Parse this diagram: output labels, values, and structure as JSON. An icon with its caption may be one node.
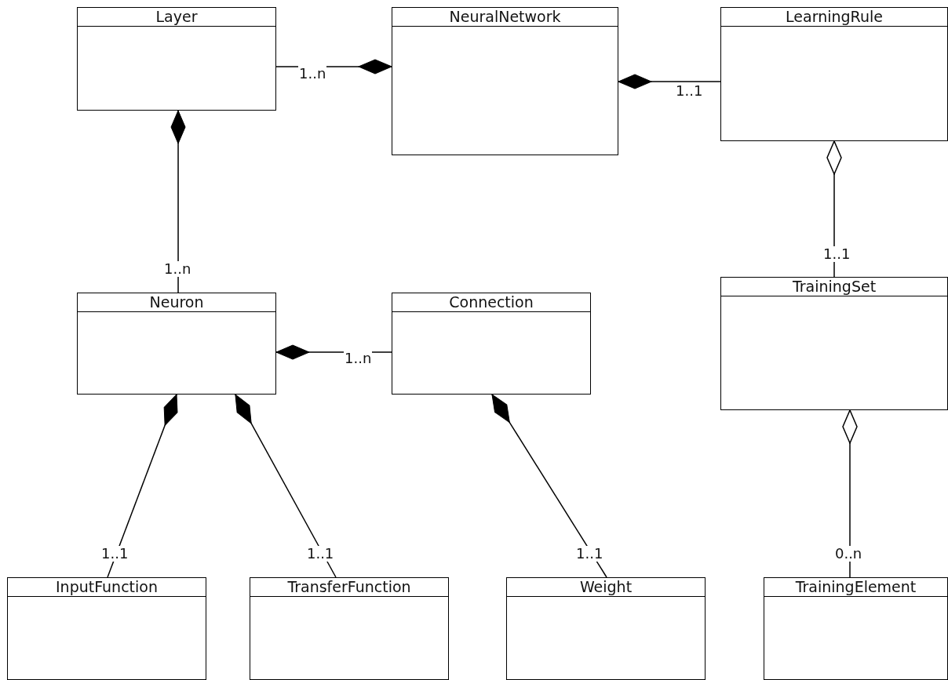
{
  "diagram": {
    "nodes": [
      {
        "text": [
          "Layer"
        ]
      },
      {
        "text": [
          "NeuralNetwork"
        ]
      },
      {
        "text": [
          "LearningRule"
        ]
      },
      {
        "text": [
          "Neuron"
        ]
      },
      {
        "text": [
          "Connection"
        ]
      },
      {
        "text": [
          "TrainingSet"
        ]
      },
      {
        "text": [
          "InputFunction"
        ]
      },
      {
        "text": [
          "TransferFunction"
        ]
      },
      {
        "text": [
          "Weight"
        ]
      },
      {
        "text": [
          "TrainingElement"
        ]
      }
    ],
    "edges": [
      {
        "from": 0,
        "to": 1,
        "arrow": "other",
        "label": "1..n"
      },
      {
        "from": 2,
        "to": 1,
        "arrow": "other",
        "label": "1..1"
      },
      {
        "from": 3,
        "to": 0,
        "arrow": "other",
        "label": "1..n"
      },
      {
        "from": 5,
        "to": 2,
        "arrow": "other",
        "label": "1..1"
      },
      {
        "from": 4,
        "to": 3,
        "arrow": "other",
        "label": "1..n"
      },
      {
        "from": 6,
        "to": 3,
        "arrow": "other",
        "label": "1..1"
      },
      {
        "from": 7,
        "to": 3,
        "arrow": "other",
        "label": "1..1"
      },
      {
        "from": 8,
        "to": 4,
        "arrow": "other",
        "label": "1..1"
      },
      {
        "from": 9,
        "to": 5,
        "arrow": "other",
        "label": "0..n"
      }
    ]
  }
}
